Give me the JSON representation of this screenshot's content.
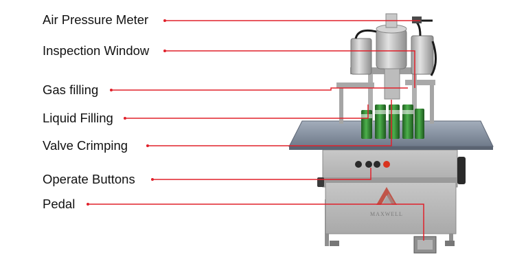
{
  "labels": [
    {
      "id": "air-pressure-meter",
      "text": "Air Pressure Meter"
    },
    {
      "id": "inspection-window",
      "text": "Inspection Window"
    },
    {
      "id": "gas-filling",
      "text": "Gas filling"
    },
    {
      "id": "liquid-filling",
      "text": "Liquid Filling"
    },
    {
      "id": "valve-crimping",
      "text": "Valve Crimping"
    },
    {
      "id": "operate-buttons",
      "text": "Operate Buttons"
    },
    {
      "id": "pedal",
      "text": "Pedal"
    }
  ],
  "logo": {
    "text": "MAXWELL"
  },
  "colors": {
    "leader_line": "#e0202a",
    "steel": "#b9b9b9",
    "table_top": "#8a94a4",
    "can_green": "#2f8a2f",
    "button_red": "#d9341f",
    "label_text": "#111111"
  }
}
